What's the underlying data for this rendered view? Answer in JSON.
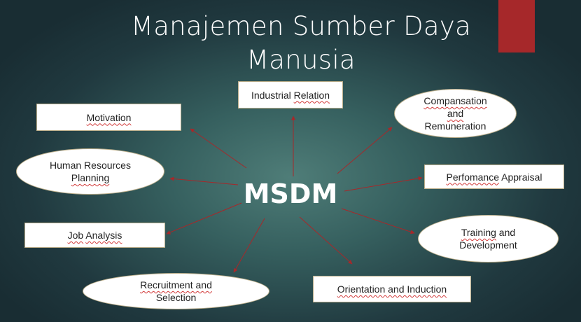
{
  "title": {
    "line1": "Manajemen Sumber Daya",
    "line2": "Manusia"
  },
  "center": "MSDM",
  "colors": {
    "accent": "#a6282a",
    "arrow": "#a6282a",
    "node_border": "#bcae8a"
  },
  "nodes": {
    "industrial_relation": [
      "Industrial ",
      "Relation"
    ],
    "motivation": [
      "Motivation"
    ],
    "compensation": [
      "Compansation",
      "and",
      "Remuneration"
    ],
    "hr_planning": [
      "Human Resources",
      "Planning"
    ],
    "performance_appraisal": [
      "Perfomance",
      " Appraisal"
    ],
    "job_analysis": [
      "Job",
      " ",
      "Analysis"
    ],
    "training": [
      "Training",
      " and",
      "Development"
    ],
    "recruitment": [
      "Recruitment and",
      "Selection"
    ],
    "orientation": [
      "Orientation and Induction"
    ]
  }
}
